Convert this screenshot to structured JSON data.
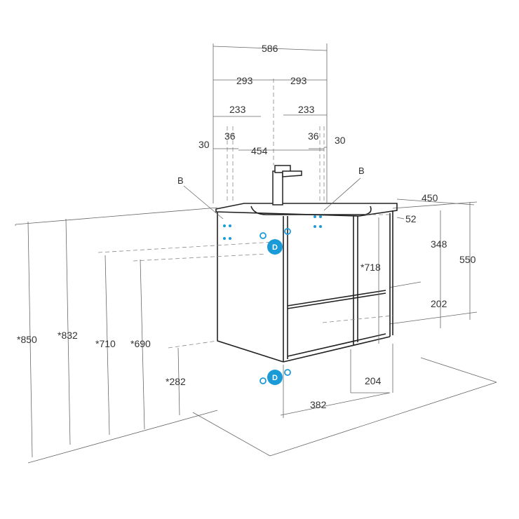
{
  "top_dimensions": {
    "overall_width": "586",
    "half_left": "293",
    "half_right": "293",
    "inner_left": "233",
    "inner_right": "233",
    "edge_left": "30",
    "offset_left": "36",
    "offset_right": "36",
    "edge_right": "30",
    "bowl_width": "454"
  },
  "right_dimensions": {
    "depth": "450",
    "basin_thickness": "52",
    "upper_height": "348",
    "lower_height": "202",
    "total_height": "550",
    "drawer_height": "*718"
  },
  "left_dimensions": {
    "floor_to_top": "*850",
    "floor_to_basin": "*832",
    "floor_to_fixing": "*710",
    "floor_to_fixing_low": "*690",
    "floor_to_bottom": "*282"
  },
  "bottom_dimensions": {
    "drain_offset": "382",
    "drain_side": "204"
  },
  "markers": {
    "fixing_point_left": "B",
    "fixing_point_right": "B",
    "drain_upper": "D",
    "drain_lower": "D"
  },
  "colors": {
    "marker_blue": "#1a9bd7",
    "line": "#222222"
  }
}
